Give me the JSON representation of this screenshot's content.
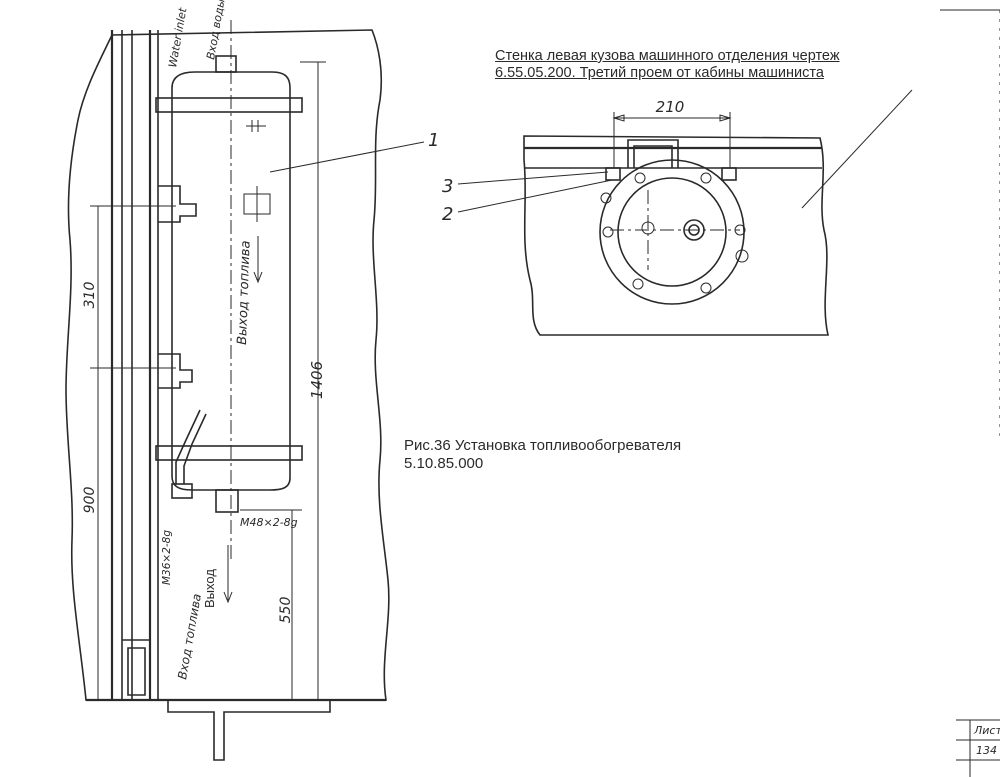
{
  "note": {
    "line1": "Стенка левая кузова машинного отделения чертеж",
    "line2": "6.55.05.200.  Третий проем от кабины машиниста"
  },
  "caption": {
    "line1": "Рис.36 Установка топливообогревателя",
    "line2": "5.10.85.000"
  },
  "labels": {
    "water_inlet": "Water inlet",
    "water_inlet_ru": "Вход воды",
    "fuel_outlet_vertical": "Выход топлива",
    "fuel_inlet": "Вход топлива",
    "outlet": "Выход",
    "thread_inlet": "М36×2-8g",
    "thread_outlet": "М48×2-8g"
  },
  "dimensions": {
    "d310": "310",
    "d900": "900",
    "d1406": "1406",
    "d550": "550",
    "d210": "210"
  },
  "callouts": {
    "c1": "1",
    "c2": "2",
    "c3": "3"
  },
  "stamp": {
    "sheet_label": "Лист",
    "sheet_number": "134"
  }
}
